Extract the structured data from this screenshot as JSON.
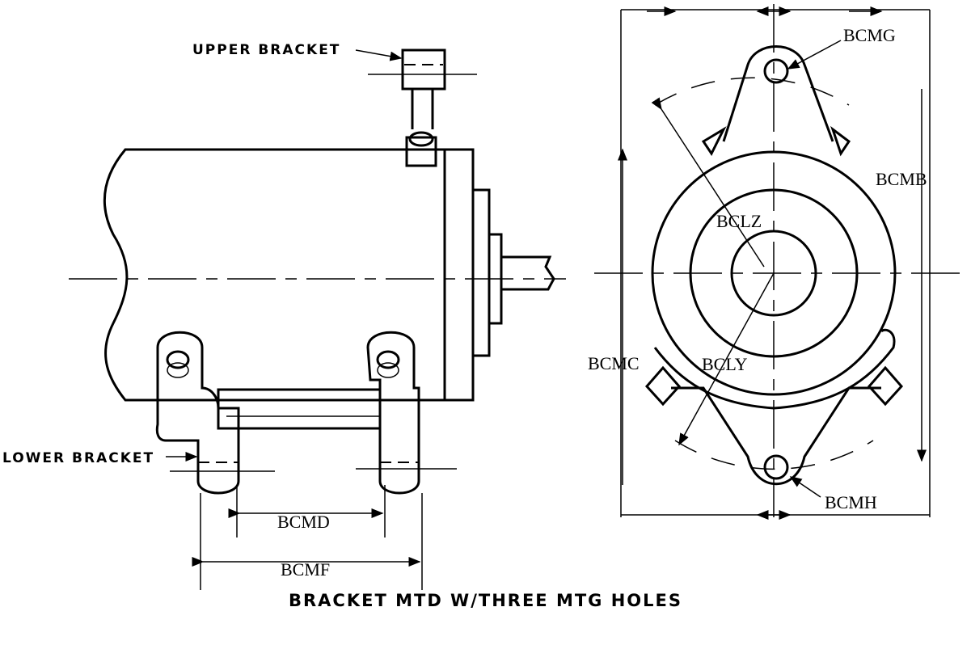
{
  "labels": {
    "upper_bracket": "UPPER BRACKET",
    "lower_bracket": "LOWER BRACKET"
  },
  "dimensions": {
    "bcmd": "BCMD",
    "bcmf": "BCMF",
    "bcmg": "BCMG",
    "bcmb": "BCMB",
    "bclz": "BCLZ",
    "bcmc": "BCMC",
    "bcly": "BCLY",
    "bcmh": "BCMH"
  },
  "caption": "BRACKET MTD W/THREE MTG HOLES"
}
